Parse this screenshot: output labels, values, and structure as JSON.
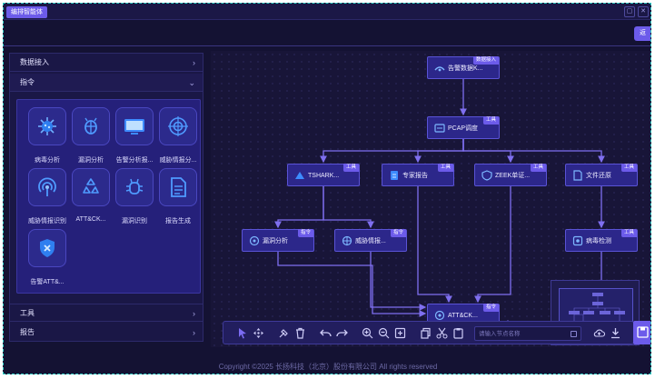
{
  "app": {
    "tab_title": "编排智能体",
    "back_label": "返"
  },
  "sidebar": {
    "sections": [
      {
        "label": "数据接入"
      },
      {
        "label": "指令"
      },
      {
        "label": "工具"
      },
      {
        "label": "报告"
      }
    ],
    "commands": [
      {
        "label": "病毒分析",
        "icon": "virus-icon"
      },
      {
        "label": "漏洞分析",
        "icon": "bug-icon"
      },
      {
        "label": "告警分析报...",
        "icon": "monitor-icon"
      },
      {
        "label": "威胁情报分...",
        "icon": "target-icon"
      },
      {
        "label": "威胁情报识别",
        "icon": "radar-icon"
      },
      {
        "label": "ATT&CK...",
        "icon": "recycle-icon"
      },
      {
        "label": "漏洞识别",
        "icon": "bug-detect-icon"
      },
      {
        "label": "报告生成",
        "icon": "document-icon"
      },
      {
        "label": "告警ATT&...",
        "icon": "shield-icon"
      }
    ]
  },
  "flow": {
    "nodes": [
      {
        "id": "n1",
        "label": "告警数据K...",
        "tag": "数据接入"
      },
      {
        "id": "n2",
        "label": "PCAP调度",
        "tag": "工具"
      },
      {
        "id": "n3",
        "label": "TSHARK...",
        "tag": "工具"
      },
      {
        "id": "n4",
        "label": "专家报告",
        "tag": "工具"
      },
      {
        "id": "n5",
        "label": "ZEEK单证...",
        "tag": "工具"
      },
      {
        "id": "n6",
        "label": "文件还原",
        "tag": "工具"
      },
      {
        "id": "n7",
        "label": "漏洞分析",
        "tag": "指令"
      },
      {
        "id": "n8",
        "label": "威胁情报...",
        "tag": "指令"
      },
      {
        "id": "n9",
        "label": "病毒检测",
        "tag": "工具"
      },
      {
        "id": "n10",
        "label": "ATT&CK...",
        "tag": "指令"
      }
    ]
  },
  "toolbar": {
    "search_placeholder": "请输入节点名称"
  },
  "footer": {
    "copyright": "Copyright ©2025 长扬科技（北京）股份有限公司 All rights reserved"
  },
  "colors": {
    "accent": "#6c5bea",
    "background": "#141233",
    "node": "#2c278a",
    "edge": "#7f6ff0"
  }
}
